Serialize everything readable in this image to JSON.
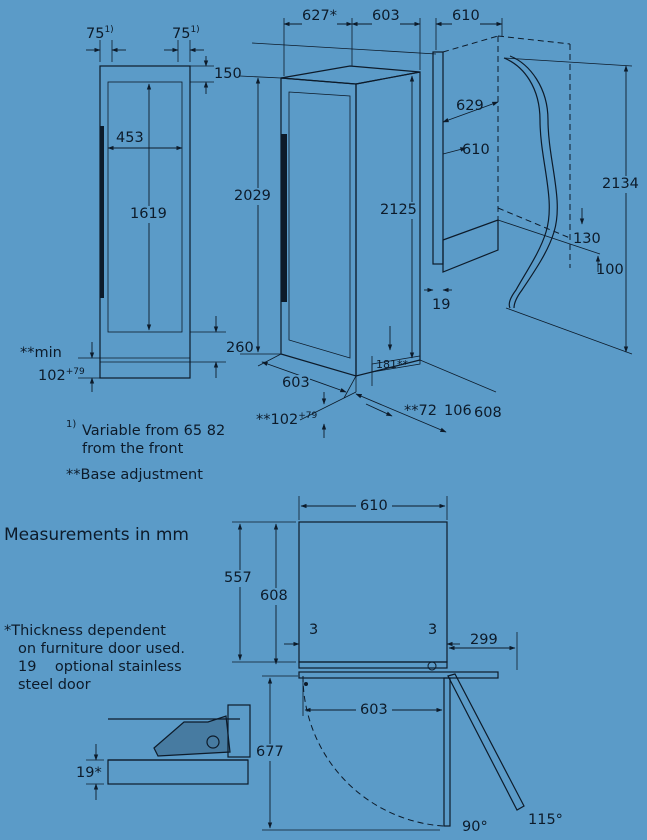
{
  "front_view": {
    "offset_left": "75",
    "offset_left_note": "1)",
    "offset_right": "75",
    "offset_right_note": "1)",
    "inner_width": "453",
    "inner_height": "1619",
    "top_offset": "150",
    "base_height": "260",
    "base_min_label": "**min",
    "base_min_value": "102",
    "base_min_sup": "+79"
  },
  "side_view": {
    "depth_top": "627",
    "depth_top_mark": "*",
    "width_top": "603",
    "height_body": "2029",
    "height_total": "2125",
    "bottom_width": "603",
    "bottom_adjust": "**102",
    "bottom_adjust_sup": "+79",
    "base_adjust_b": "**72",
    "base_value": "106",
    "depth_bottom": "608",
    "vent_height": "181**"
  },
  "niche_view": {
    "depth": "610",
    "depth_inner": "629",
    "depth_front": "610",
    "panel_gap": "19",
    "height": "2134",
    "vent_depth": "130",
    "vent_height": "100"
  },
  "footnotes": {
    "variable_mark": "1)",
    "variable_text_1": "Variable from 65 82",
    "variable_text_2": "from the front",
    "base_adjustment": "**Base adjustment",
    "measurements": "Measurements in mm",
    "thickness_1": "*Thickness dependent",
    "thickness_2": "on furniture door used.",
    "thickness_3": "19    optional stainless",
    "thickness_4": "steel door"
  },
  "plan_view": {
    "width": "610",
    "depth_inner": "557",
    "depth_total": "608",
    "gap_left": "3",
    "gap_right": "3",
    "door_offset": "299",
    "door_width": "603",
    "door_swing_depth": "677",
    "door_thickness": "19*",
    "angle_open": "90°",
    "angle_max": "115°"
  }
}
